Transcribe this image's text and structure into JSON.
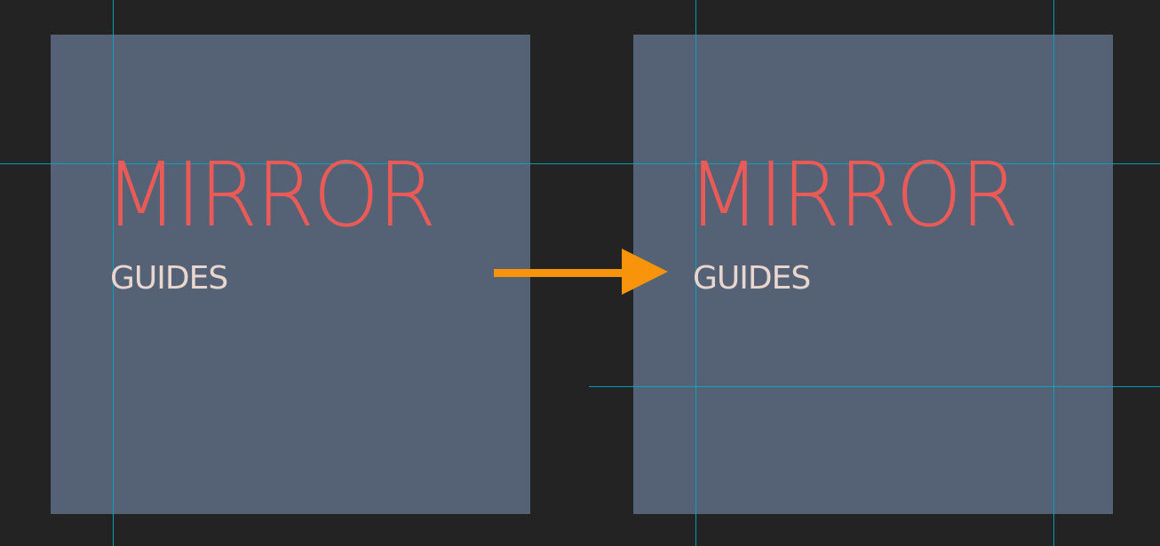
{
  "left_artboard": {
    "title": "MIRROR",
    "subtitle": "GUIDES"
  },
  "right_artboard": {
    "title": "MIRROR",
    "subtitle": "GUIDES"
  },
  "colors": {
    "background": "#232323",
    "artboard": "#556275",
    "title": "#ea5b57",
    "subtitle": "#e9d6cf",
    "guide": "#00a9c9",
    "arrow": "#f7940b"
  },
  "icons": {
    "arrow": "arrow-right-icon"
  }
}
